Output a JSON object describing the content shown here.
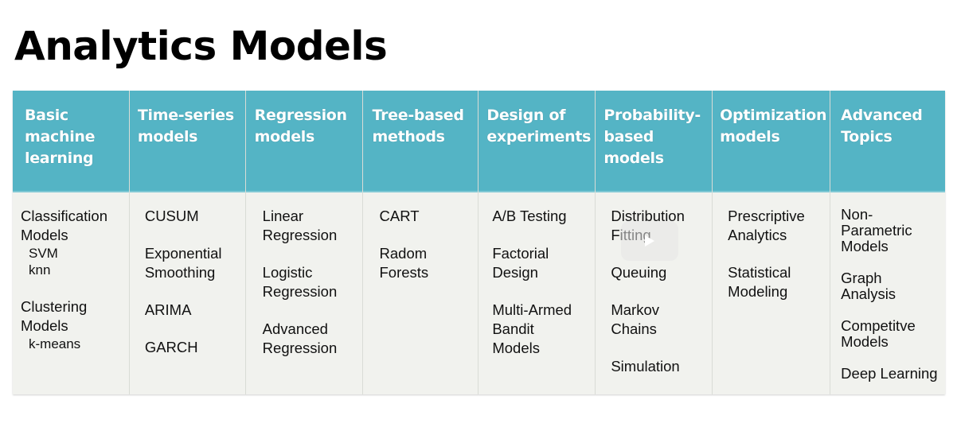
{
  "page": {
    "title": "Analytics Models"
  },
  "columns": [
    {
      "header": "Basic\nmachine\nlearning",
      "items": [
        {
          "label": "Classification\nModels",
          "sub": [
            "SVM",
            "knn"
          ]
        },
        {
          "label": "Clustering\nModels",
          "sub": [
            "k-means"
          ]
        }
      ]
    },
    {
      "header": "Time-series\nmodels",
      "items": [
        {
          "label": "CUSUM"
        },
        {
          "label": "Exponential\nSmoothing"
        },
        {
          "label": "ARIMA"
        },
        {
          "label": "GARCH"
        }
      ]
    },
    {
      "header": "Regression\nmodels",
      "items": [
        {
          "label": "Linear\nRegression"
        },
        {
          "label": "Logistic\nRegression"
        },
        {
          "label": "Advanced\nRegression"
        }
      ]
    },
    {
      "header": "Tree-based\nmethods",
      "items": [
        {
          "label": "CART"
        },
        {
          "label": "Radom\nForests"
        }
      ]
    },
    {
      "header": "Design of\nexperiments",
      "items": [
        {
          "label": "A/B Testing"
        },
        {
          "label": "Factorial\nDesign"
        },
        {
          "label": "Multi-Armed\nBandit\nModels"
        }
      ]
    },
    {
      "header": "Probability-\nbased\nmodels",
      "items": [
        {
          "label": "Distribution\nFitting"
        },
        {
          "label": "Queuing"
        },
        {
          "label": "Markov\nChains"
        },
        {
          "label": "Simulation"
        }
      ]
    },
    {
      "header": "Optimization\nmodels",
      "items": [
        {
          "label": "Prescriptive\nAnalytics"
        },
        {
          "label": "Statistical\nModeling"
        }
      ]
    },
    {
      "header": "Advanced\nTopics",
      "items": [
        {
          "label": "Non-\nParametric\nModels"
        },
        {
          "label": "Graph\nAnalysis"
        },
        {
          "label": "Competitve\nModels"
        },
        {
          "label": "Deep Learning"
        }
      ]
    }
  ],
  "overlay": {
    "icon": "play-icon"
  },
  "colors": {
    "header_bg": "#54b4c5",
    "body_bg": "#f1f2ee",
    "header_text": "#ffffff"
  }
}
